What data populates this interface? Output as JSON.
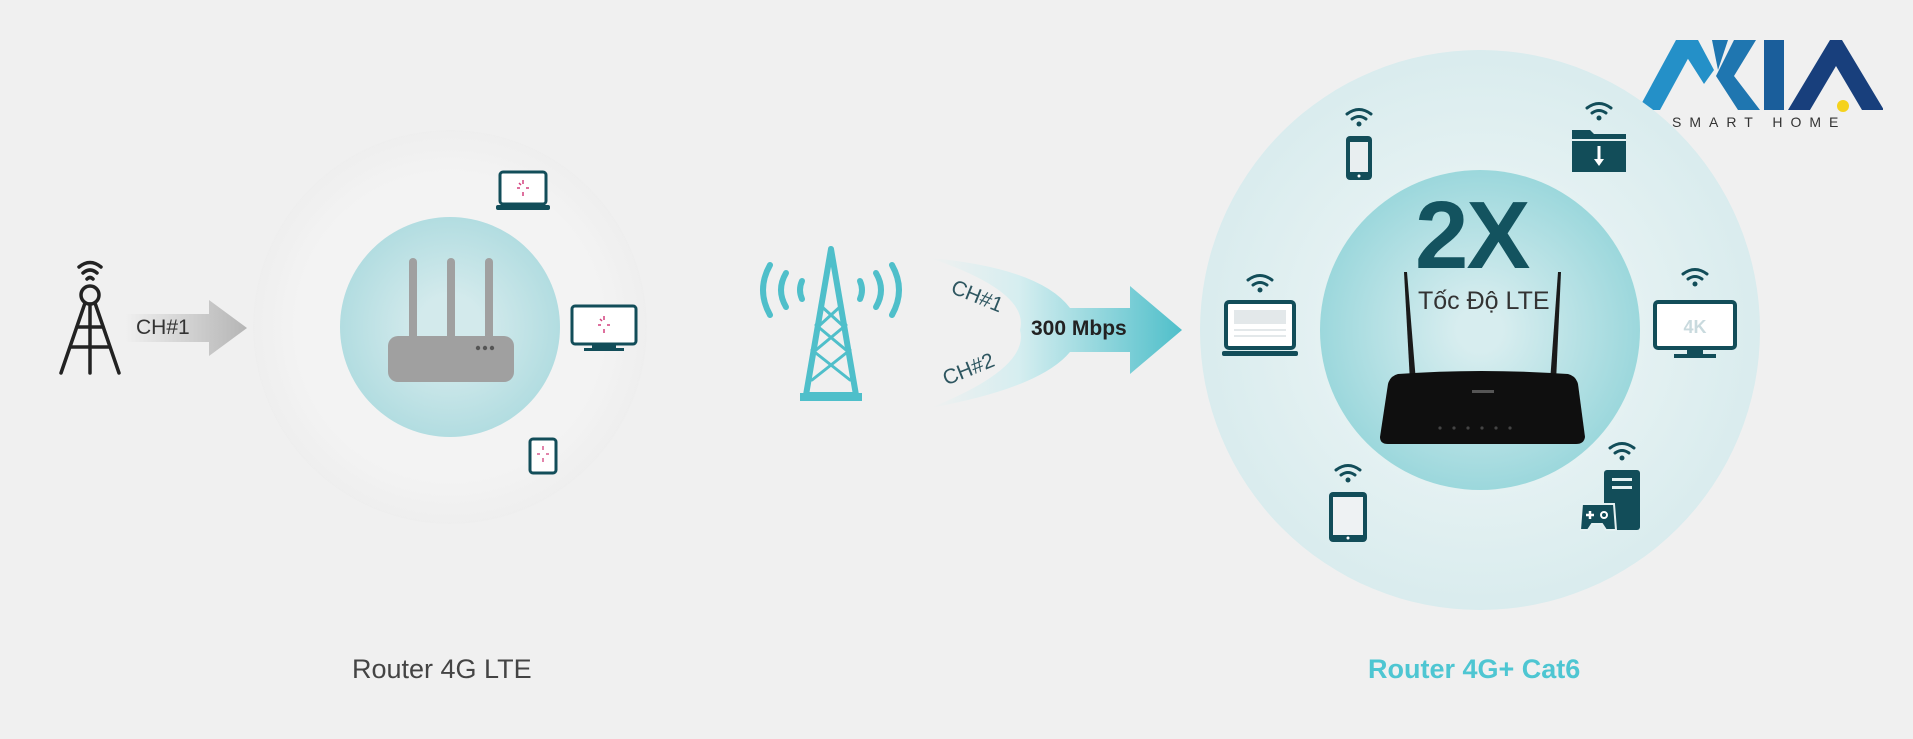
{
  "brand": {
    "logo_text": "AKIA",
    "logo_subtitle": "SMART HOME",
    "colors": [
      "#2490c8",
      "#1f76b0",
      "#1a5e9b",
      "#183f7c",
      "#f5d21d"
    ]
  },
  "left_panel": {
    "label": "Router 4G LTE",
    "channel_label": "CH#1",
    "icons": [
      "cell-tower-icon",
      "arrow-right-icon",
      "router-icon",
      "laptop-loading-icon",
      "monitor-loading-icon",
      "tablet-loading-icon"
    ],
    "outer_color": "#e8e8e8",
    "inner_color": "#a8d8dc"
  },
  "middle": {
    "channel_1": "CH#1",
    "channel_2": "CH#2",
    "speed": "300 Mbps",
    "icons": [
      "cell-tower-icon",
      "merge-arrow-icon"
    ],
    "accent_color": "#4fbfca"
  },
  "right_panel": {
    "label": "Router 4G+ Cat6",
    "headline": "2X",
    "subline": "Tốc Độ LTE",
    "tv_badge": "4K",
    "icons": [
      "smartphone-wifi-icon",
      "folder-download-wifi-icon",
      "laptop-wifi-icon",
      "tv-4k-wifi-icon",
      "tablet-wifi-icon",
      "gaming-pc-wifi-icon",
      "router-icon"
    ],
    "label_color": "#4ec6d2",
    "headline_color": "#13535f",
    "device_color": "#124d59"
  }
}
